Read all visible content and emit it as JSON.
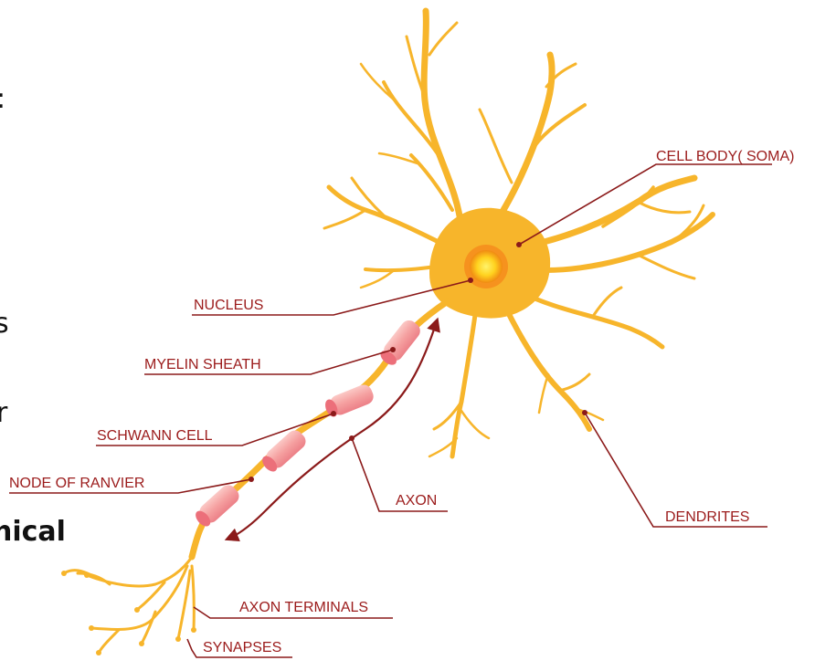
{
  "diagram": {
    "labels": {
      "cell_body": "CELL BODY( SOMA)",
      "nucleus": "NUCLEUS",
      "myelin_sheath": "MYELIN SHEATH",
      "schwann_cell": "SCHWANN CELL",
      "node_of_ranvier": "NODE OF RANVIER",
      "axon": "AXON",
      "dendrites": "DENDRITES",
      "axon_terminals": "AXON TERMINALS",
      "synapses": "SYNAPSES"
    },
    "cropped_text": {
      "line1": ":",
      "line2": "s",
      "line3": "r",
      "line4": "nical"
    },
    "colors": {
      "neuron": "#f7b52b",
      "neuron_light": "#ffcc4d",
      "nucleus_outer": "#f6921e",
      "nucleus_inner": "#ffe14d",
      "myelin": "#f4a3a3",
      "myelin_dark": "#e8707a",
      "leader": "#8b1a1a",
      "label_text": "#9b1b1b"
    }
  }
}
